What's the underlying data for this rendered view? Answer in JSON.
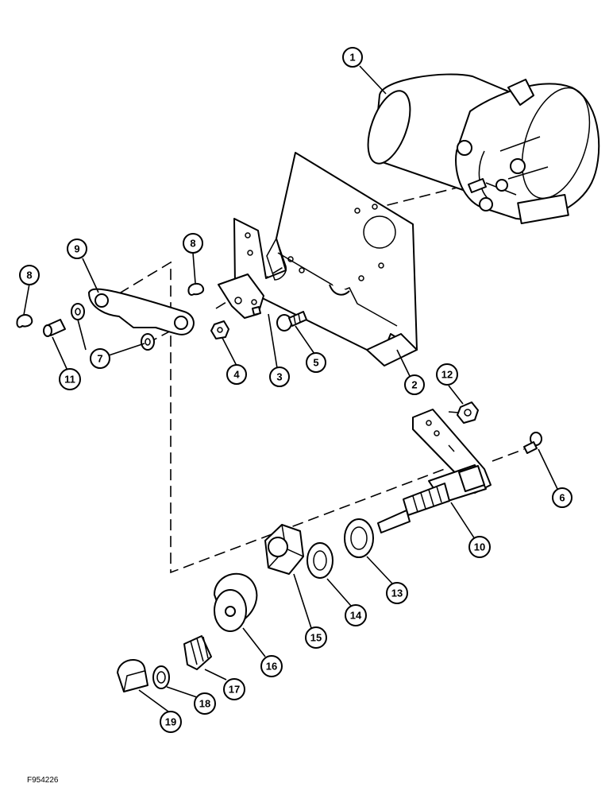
{
  "figure_id": "F954226",
  "callouts": [
    {
      "id": "c1",
      "label": "1"
    },
    {
      "id": "c2",
      "label": "2"
    },
    {
      "id": "c3",
      "label": "3"
    },
    {
      "id": "c4",
      "label": "4"
    },
    {
      "id": "c5",
      "label": "5"
    },
    {
      "id": "c6",
      "label": "6"
    },
    {
      "id": "c7",
      "label": "7"
    },
    {
      "id": "c8a",
      "label": "8"
    },
    {
      "id": "c8b",
      "label": "8"
    },
    {
      "id": "c9",
      "label": "9"
    },
    {
      "id": "c10",
      "label": "10"
    },
    {
      "id": "c11",
      "label": "11"
    },
    {
      "id": "c12",
      "label": "12"
    },
    {
      "id": "c13",
      "label": "13"
    },
    {
      "id": "c14",
      "label": "14"
    },
    {
      "id": "c15",
      "label": "15"
    },
    {
      "id": "c16",
      "label": "16"
    },
    {
      "id": "c17",
      "label": "17"
    },
    {
      "id": "c18",
      "label": "18"
    },
    {
      "id": "c19",
      "label": "19"
    }
  ]
}
